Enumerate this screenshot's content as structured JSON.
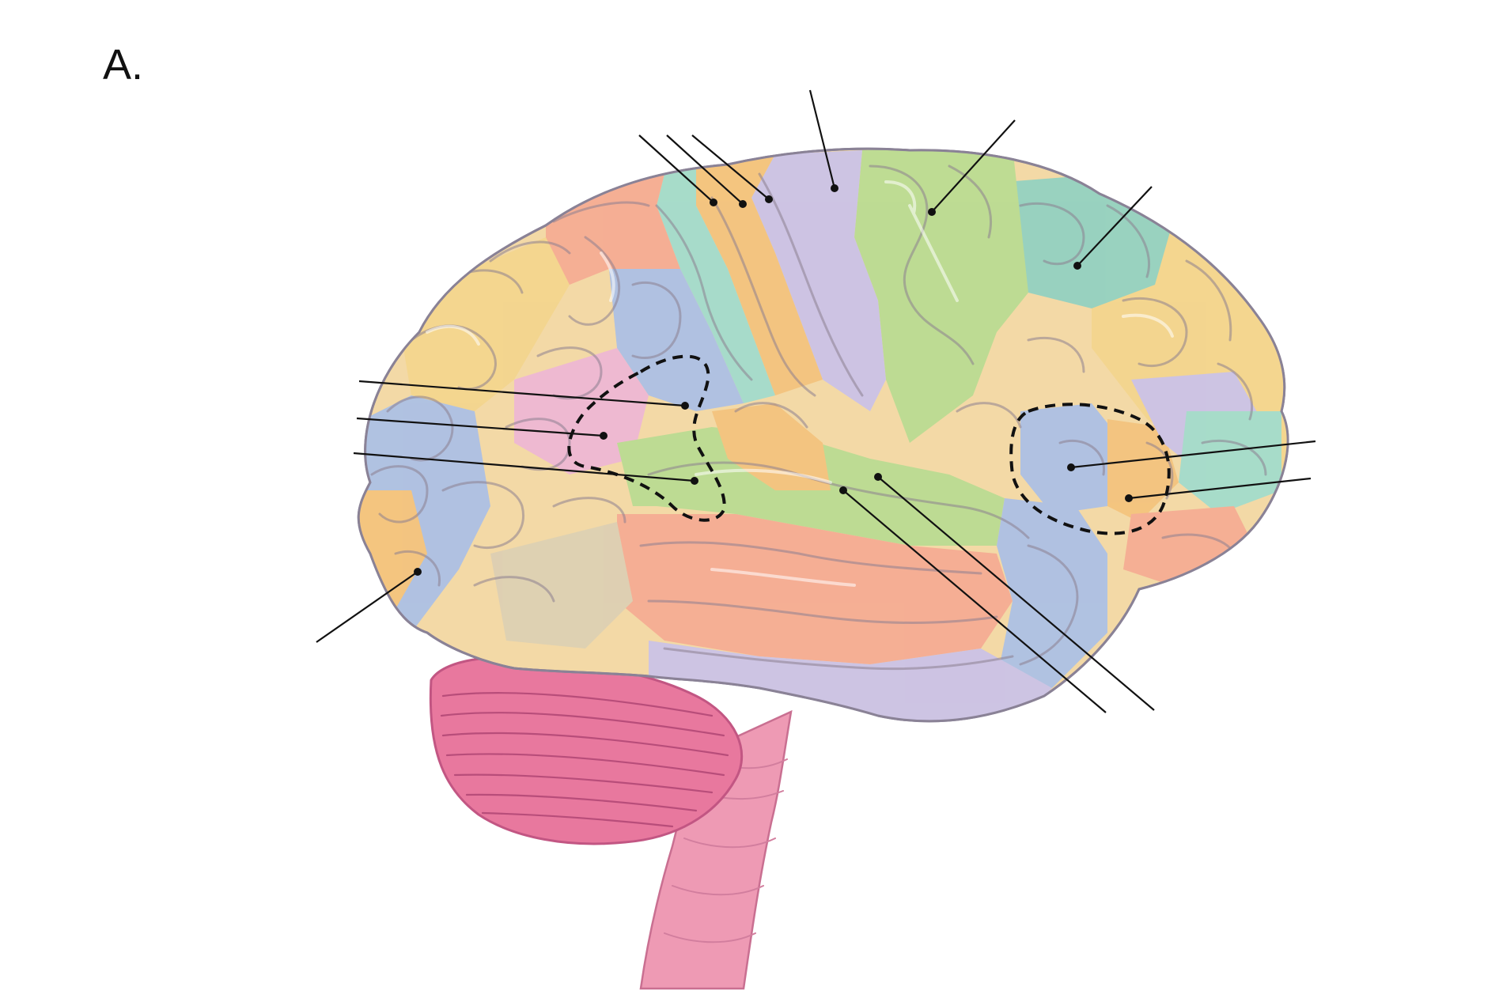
{
  "panel": {
    "label": "A."
  },
  "colors": {
    "background": "#ffffff",
    "cerebellum": "#e8789e",
    "brainstem": "#ee9ab4",
    "outline": "#7d7a8a",
    "leader": "#111111",
    "regions": {
      "yellow": "#f4d58d",
      "salmon": "#f6aa93",
      "lavender": "#c9c1ea",
      "blue": "#a9bfe8",
      "green": "#b8dc92",
      "teal": "#8fd1c2",
      "pink": "#eeb6d6",
      "orange": "#f4c27c",
      "mint": "#9fdcce"
    }
  },
  "icons": {
    "roi_outline": "dashed-region-outline",
    "leader_dot": "filled-circle"
  }
}
